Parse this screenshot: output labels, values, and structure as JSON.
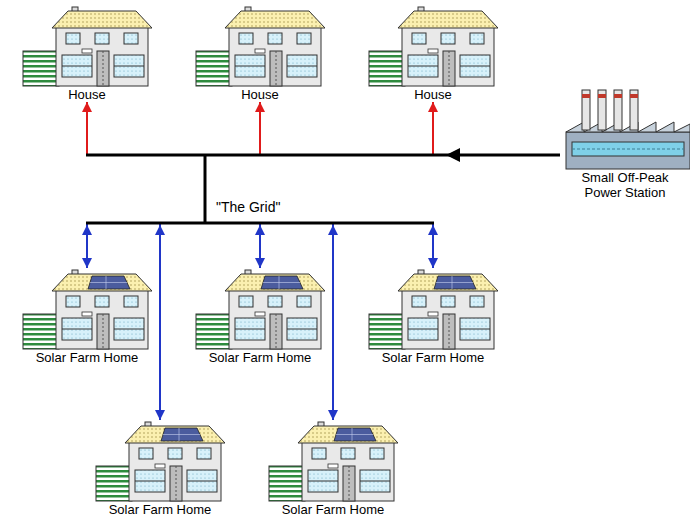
{
  "diagram": {
    "nodes": [
      {
        "text": [
          "House"
        ]
      },
      {
        "text": [
          "House"
        ]
      },
      {
        "text": [
          "House"
        ]
      },
      {
        "text": [
          "Small Off-Peak Power Station"
        ]
      },
      {
        "text": [
          "Solar Farm Home"
        ]
      },
      {
        "text": [
          "Solar Farm Home"
        ]
      },
      {
        "text": [
          "Solar Farm Home"
        ]
      },
      {
        "text": [
          "Solar Farm Home"
        ]
      },
      {
        "text": [
          "Solar Farm Home"
        ]
      }
    ],
    "edges": [
      {
        "from": 3,
        "to": 0,
        "arrow": "to"
      },
      {
        "from": 3,
        "to": 1,
        "arrow": "to"
      },
      {
        "from": 3,
        "to": 2,
        "arrow": "to"
      },
      {
        "from": 3,
        "to": 4,
        "arrow": "to"
      },
      {
        "from": 3,
        "to": 5,
        "arrow": "to"
      },
      {
        "from": 3,
        "to": 6,
        "arrow": "to"
      },
      {
        "from": 3,
        "to": 7,
        "arrow": "to"
      },
      {
        "from": 3,
        "to": 8,
        "arrow": "to"
      }
    ],
    "labels": [
      "\"The Grid\""
    ]
  }
}
